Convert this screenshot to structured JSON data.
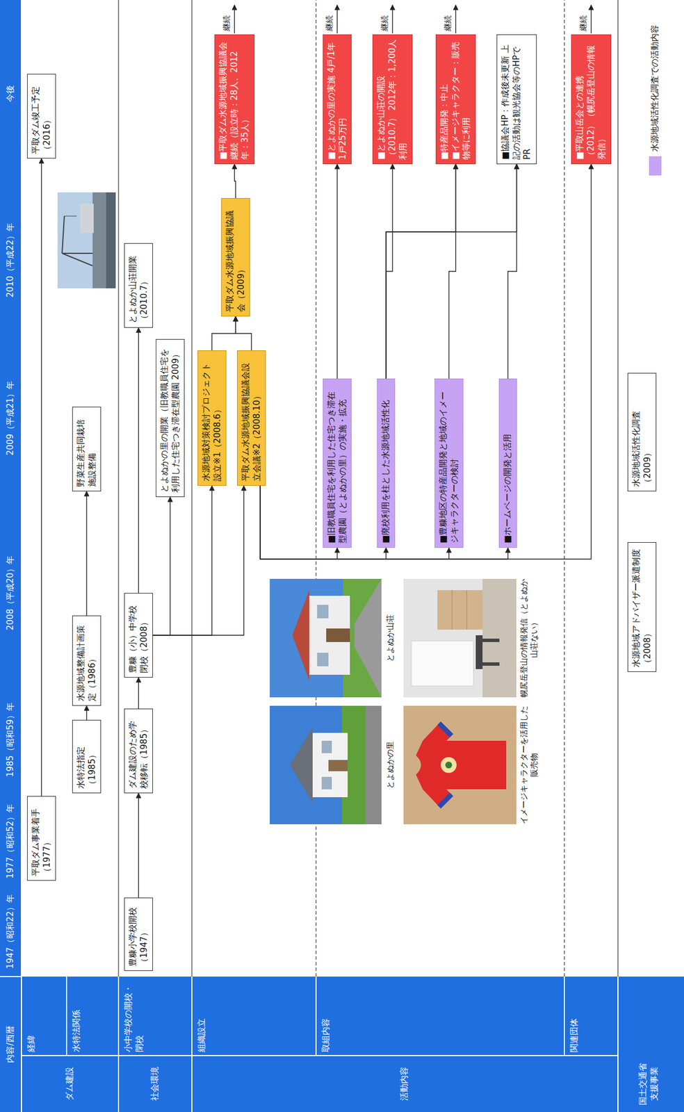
{
  "diagram": {
    "nodes": [
      {
        "text": [
          "平取ダム事業着手（1977）"
        ]
      },
      {
        "text": [
          "平取ダム竣工予定（2016）"
        ]
      },
      {
        "text": [
          "水特法指定（1985）"
        ]
      },
      {
        "text": [
          "水源地域整備計画策定（1986）"
        ]
      },
      {
        "text": [
          "野菜生産共同栽培施設整備"
        ]
      },
      {
        "text": [
          "豊糠小学校開校（1947）"
        ]
      },
      {
        "text": [
          "ダム建設のため学校移転（1985）"
        ]
      },
      {
        "text": [
          "豊糠（小）中学校閉校（2008）"
        ]
      },
      {
        "text": [
          "とよぬか山荘開業（2010.7）"
        ]
      },
      {
        "text": [
          "とよぬかの里の開業（旧教職員住宅を利用した住宅つき滞在型農園 2009）"
        ]
      },
      {
        "text": [
          "水源地域対策検討プロジェクト設立※1（2008.6）"
        ]
      },
      {
        "text": [
          "平取ダム水源地域振興協議会設立会議※2（2008.10）"
        ]
      },
      {
        "text": [
          "平取ダム水源地域振興協議会（2009）"
        ]
      },
      {
        "text": [
          "■平取ダム水源地域振興協議会 継続（設立時：28人、2012年：35人）"
        ]
      },
      {
        "text": [
          "■旧教職員住宅を利用した住宅つき滞在型農園（とよぬかの里）の実施・拡充"
        ]
      },
      {
        "text": [
          "■とよぬかの里の実施 4戸/1年 1戸25万円"
        ]
      },
      {
        "text": [
          "■廃校利用を柱とした水源地域活性化"
        ]
      },
      {
        "text": [
          "■とよぬか山荘の開設（2010.7） 2012年：1,200人利用"
        ]
      },
      {
        "text": [
          "■豊糠地区の特産品開発と地域のイメージキャラクターの検討"
        ]
      },
      {
        "text": [
          "■特産品開発：中止",
          "■イメージキャラクター：販売物等に利用"
        ]
      },
      {
        "text": [
          "■ホームページの開発と活用"
        ]
      },
      {
        "text": [
          "■協議会HP：作成後未更新 上記の活動は観光協会等のHPでPR"
        ]
      },
      {
        "text": [
          "■平取山岳会との連携（2012）（幌尻岳登山の情報発信）"
        ]
      },
      {
        "text": [
          "水源地域アドバイザー派遣制度（2008）"
        ]
      },
      {
        "text": [
          "水源地域活性化調査（2009）"
        ]
      }
    ],
    "edges": [
      {
        "from": 0,
        "to": 1,
        "arrow": "to"
      },
      {
        "from": 2,
        "to": 3,
        "arrow": "to"
      },
      {
        "from": 3,
        "to": 4,
        "arrow": "to"
      },
      {
        "from": 5,
        "to": 6,
        "arrow": "to"
      },
      {
        "from": 6,
        "to": 7,
        "arrow": "to"
      },
      {
        "from": 7,
        "to": 8,
        "arrow": "to"
      },
      {
        "from": 7,
        "to": 9,
        "arrow": "to"
      },
      {
        "from": 7,
        "to": 10,
        "arrow": "to"
      },
      {
        "from": 7,
        "to": 11,
        "arrow": "to"
      },
      {
        "from": 10,
        "to": 12,
        "arrow": "to"
      },
      {
        "from": 11,
        "to": 12,
        "arrow": "to"
      },
      {
        "from": 12,
        "to": 13,
        "arrow": "to"
      },
      {
        "from": 11,
        "to": 14,
        "arrow": "to"
      },
      {
        "from": 11,
        "to": 16,
        "arrow": "to"
      },
      {
        "from": 11,
        "to": 18,
        "arrow": "to"
      },
      {
        "from": 11,
        "to": 20,
        "arrow": "to"
      },
      {
        "from": 14,
        "to": 15,
        "arrow": "to"
      },
      {
        "from": 16,
        "to": 17,
        "arrow": "to"
      },
      {
        "from": 16,
        "to": 19,
        "arrow": "to"
      },
      {
        "from": 16,
        "to": 21,
        "arrow": "to"
      },
      {
        "from": 18,
        "to": 19,
        "arrow": "to"
      },
      {
        "from": 20,
        "to": 21,
        "arrow": "to"
      },
      {
        "from": 11,
        "to": 22,
        "arrow": "to"
      }
    ],
    "labels": [
      "内容/西暦",
      "1947（昭和22）年",
      "1977（昭和52）年",
      "1985（昭和59）年",
      "2008（平成20）年",
      "2009（平成21）年",
      "2010（平成22）年",
      "今後",
      "ダム建設",
      "経緯",
      "水特法関係",
      "社会環境",
      "小中学校の開校・閉校",
      "組織設立",
      "活動内容",
      "取組内容",
      "関連団体",
      "国土交通省 支援事業",
      "とよぬかの里",
      "とよぬか山荘",
      "イメージキャラクターを活用した販売物",
      "幌尻岳登山の情報発信（とよぬか山荘ない）",
      "継続",
      "継続",
      "継続",
      "継続",
      "継続"
    ],
    "legend": [
      {
        "text": "水源地域活性化調査での活動内容",
        "color": "#c7a3f3"
      }
    ]
  }
}
